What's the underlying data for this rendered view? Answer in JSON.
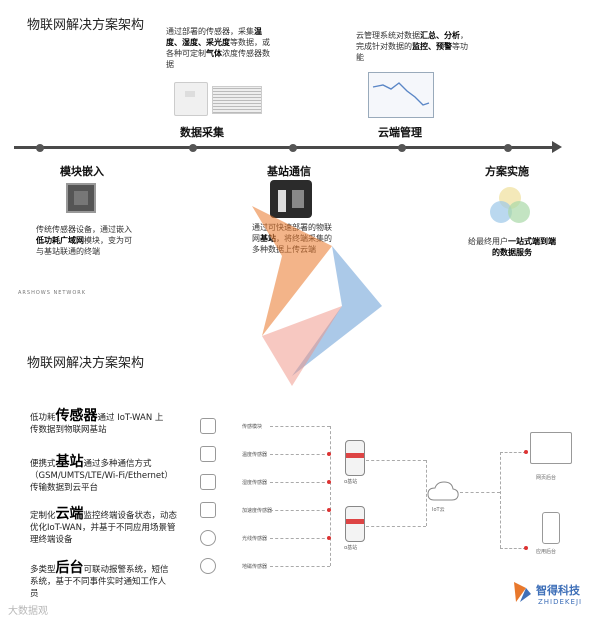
{
  "top_title": "物联网解决方案架构",
  "timeline": {
    "steps": [
      {
        "label": "模块嵌入",
        "desc_parts": [
          "传统传感器设备，通过嵌入",
          "低功耗广域网",
          "模块，变为可与基站联通的终端"
        ]
      },
      {
        "label": "数据采集",
        "desc_parts": [
          "通过部署的传感器，采集",
          "温度、湿度、采光度",
          "等数据，或各种可定制",
          "气体",
          "浓度传感器数据"
        ]
      },
      {
        "label": "基站通信",
        "desc_parts": [
          "通过可快速部署的物联网",
          "基站",
          "，将终端采集的多种数据上传云端"
        ]
      },
      {
        "label": "云端管理",
        "desc_parts": [
          "云管理系统对数据",
          "汇总、分析",
          "，完成针对数据的",
          "监控、预警",
          "等功能"
        ]
      },
      {
        "label": "方案实施",
        "desc_parts": [
          "给最终用户",
          "一站式端到端的数据服务"
        ]
      }
    ]
  },
  "module_caption": "ARSHOWS NETWORK",
  "bottom_title": "物联网解决方案架构",
  "features": [
    {
      "pre": "低功耗",
      "big": "传感器",
      "post": "通过 IoT-WAN 上传数据到物联网基站"
    },
    {
      "pre": "便携式",
      "big": "基站",
      "post": "通过多种通信方式（GSM/UMTS/LTE/Wi-Fi/Ethernet）传输数据到云平台"
    },
    {
      "pre": "定制化",
      "big": "云端",
      "post": "监控终端设备状态，动态优化IoT-WAN，并基于不同应用场景管理终端设备"
    },
    {
      "pre": "多类型",
      "big": "后台",
      "post": "可联动报警系统，短信系统，基于不同事件实时通知工作人员"
    }
  ],
  "sensors": [
    "传感模块",
    "温度传感器",
    "湿度传感器",
    "加速度传感器",
    "光线传感器",
    "地磁传感器"
  ],
  "gateway_label": "α基站",
  "cloud_label": "IoT云",
  "terminals": [
    "网页后台",
    "应用后台"
  ],
  "watermark_left": "大数据观",
  "brand_name": "智得科技",
  "brand_sub": "ZHIDEKEJI",
  "colors": {
    "accent": "#d33a2c",
    "blue": "#3e6fb8",
    "timeline": "#4a4a4a"
  }
}
